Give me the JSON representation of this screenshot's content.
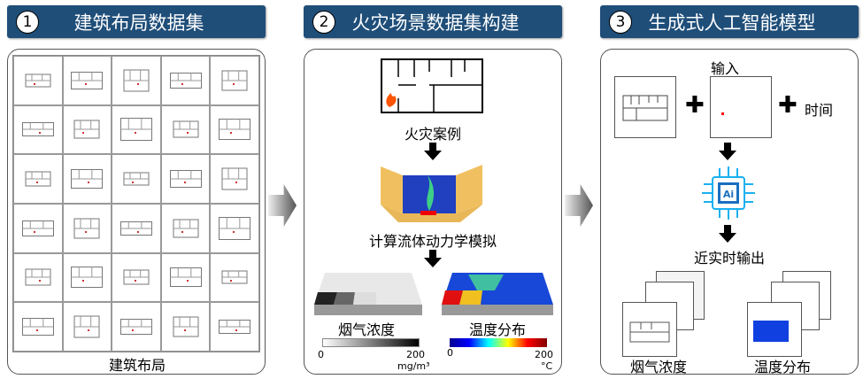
{
  "stages": [
    {
      "number": "1",
      "title": "建筑布局数据集",
      "caption": "建筑布局"
    },
    {
      "number": "2",
      "title": "火灾场景数据集构建",
      "fire_case": "火灾案例",
      "cfd": "计算流体动力学模拟",
      "smoke": {
        "label": "烟气浓度",
        "min": "0",
        "max": "200",
        "unit": "mg/m³"
      },
      "temp": {
        "label": "温度分布",
        "min": "0",
        "max": "200",
        "unit": "°C"
      }
    },
    {
      "number": "3",
      "title": "生成式人工智能模型",
      "input": "输入",
      "time": "时间",
      "ai_label": "Ai",
      "output": "近实时输出",
      "out_smoke": "烟气浓度",
      "out_temp": "温度分布"
    }
  ],
  "colors": {
    "header": "#1f4e79",
    "fire": "#ff3300",
    "ai": "#1ab0f0"
  }
}
